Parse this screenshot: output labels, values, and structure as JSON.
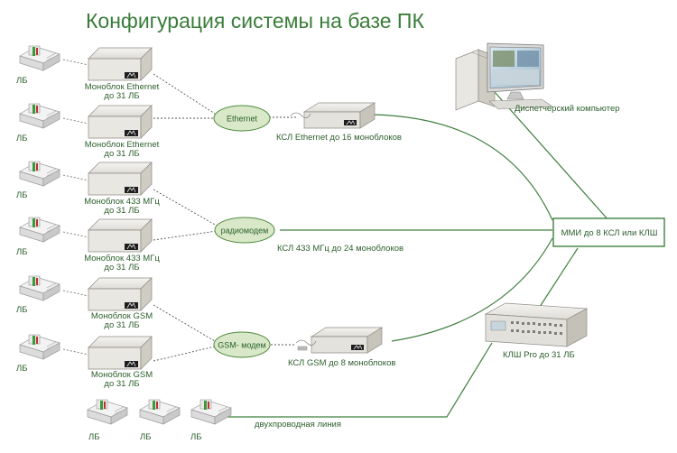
{
  "title": "Конфигурация системы на базе ПК",
  "lb_label": "ЛБ",
  "monoblocks": [
    {
      "line1": "Моноблок Ethernet",
      "line2": "до 31 ЛБ"
    },
    {
      "line1": "Моноблок Ethernet",
      "line2": "до 31 ЛБ"
    },
    {
      "line1": "Моноблок 433 МГц",
      "line2": "до 31 ЛБ"
    },
    {
      "line1": "Моноблок 433 МГц",
      "line2": "до 31 ЛБ"
    },
    {
      "line1": "Моноблок GSM",
      "line2": "до 31 ЛБ"
    },
    {
      "line1": "Моноблок GSM",
      "line2": "до 31 ЛБ"
    }
  ],
  "hubs": {
    "ethernet": "Ethernet",
    "radio": "радиомодем",
    "gsm": "GSM- модем"
  },
  "ksl": {
    "ethernet": "КСЛ Ethernet до 16 моноблоков",
    "radio": "КСЛ 433 МГц до 24 моноблоков",
    "gsm": "КСЛ GSM до 8 моноблоков"
  },
  "mmi": "ММИ до 8 КСЛ или КЛШ",
  "dispatcher": "Диспетчерский компьютер",
  "klsh": "КЛШ Pro до 31 ЛБ",
  "two_wire": "двухпроводная линия",
  "colors": {
    "title": "#3a7d3a",
    "label": "#2b5f2b",
    "hub_fill": "#d8e8c8",
    "hub_stroke": "#4f8a3c",
    "mmi_fill": "#ffffff",
    "mmi_stroke": "#3f7f3f",
    "line": "#3f7f3f"
  }
}
